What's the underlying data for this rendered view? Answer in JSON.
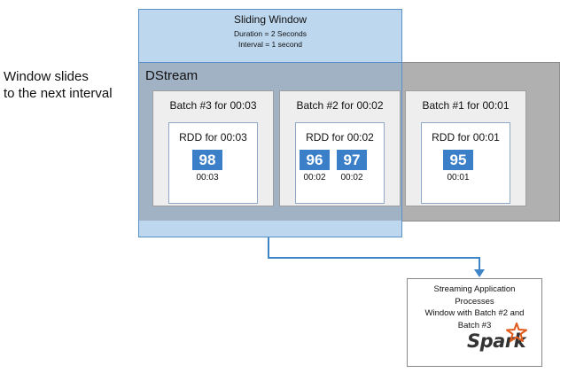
{
  "caption": {
    "line1": "Window slides",
    "line2": "to the next interval"
  },
  "window": {
    "title": "Sliding Window",
    "duration": "Duration = 2 Seconds",
    "interval": "Interval = 1 second"
  },
  "dstream": {
    "label": "DStream"
  },
  "batches": [
    {
      "title": "Batch #3 for 00:03",
      "rdd_title": "RDD for 00:03",
      "records": [
        {
          "value": "98",
          "time": "00:03"
        }
      ]
    },
    {
      "title": "Batch #2 for 00:02",
      "rdd_title": "RDD for 00:02",
      "records": [
        {
          "value": "96",
          "time": "00:02"
        },
        {
          "value": "97",
          "time": "00:02"
        }
      ]
    },
    {
      "title": "Batch #1 for 00:01",
      "rdd_title": "RDD for 00:01",
      "records": [
        {
          "value": "95",
          "time": "00:01"
        }
      ]
    }
  ],
  "app": {
    "line1": "Streaming Application",
    "line2": "Processes",
    "line3": "Window with Batch #2 and",
    "line4": "Batch #3",
    "logo": "Spark"
  },
  "colors": {
    "window_fill": "#bdd7ee",
    "window_border": "#5b8fc7",
    "dstream_fill": "#b0b0b0",
    "value_box": "#3a7fc8",
    "connector": "#3d85c6",
    "spark_orange": "#e25a1c"
  }
}
